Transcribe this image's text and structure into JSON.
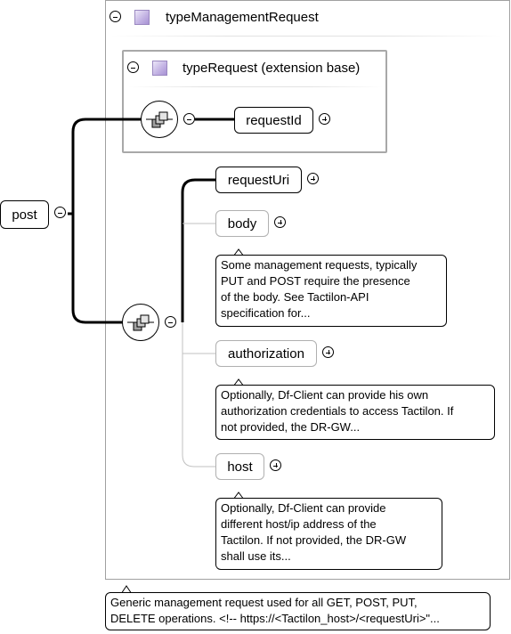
{
  "root_element": {
    "name": "post"
  },
  "type_management_request": {
    "title": "typeManagementRequest"
  },
  "type_request": {
    "title": "typeRequest (extension base)"
  },
  "elements": {
    "request_id": "requestId",
    "request_uri": "requestUri",
    "body": "body",
    "authorization": "authorization",
    "host": "host"
  },
  "docs": {
    "body": [
      "Some management requests, typically",
      "PUT and POST require the presence",
      "of the body. See Tactilon-API",
      "specification for..."
    ],
    "authorization": [
      "Optionally, Df-Client can provide his own",
      "authorization credentials to access Tactilon. If",
      "not provided, the DR-GW..."
    ],
    "host": [
      "Optionally, Df-Client can provide",
      "different host/ip address of the",
      "Tactilon. If not provided, the DR-GW",
      "shall use its..."
    ],
    "type": [
      "Generic management request used for all GET, POST, PUT,",
      "DELETE operations. <!-- https://<Tactilon_host>/<requestUri>\"..."
    ]
  },
  "colors": {
    "type_icon": "#b9a6df",
    "required_border": "#000000",
    "optional_border": "#b0b0b0",
    "optional_connector": "#c0c0c0"
  }
}
